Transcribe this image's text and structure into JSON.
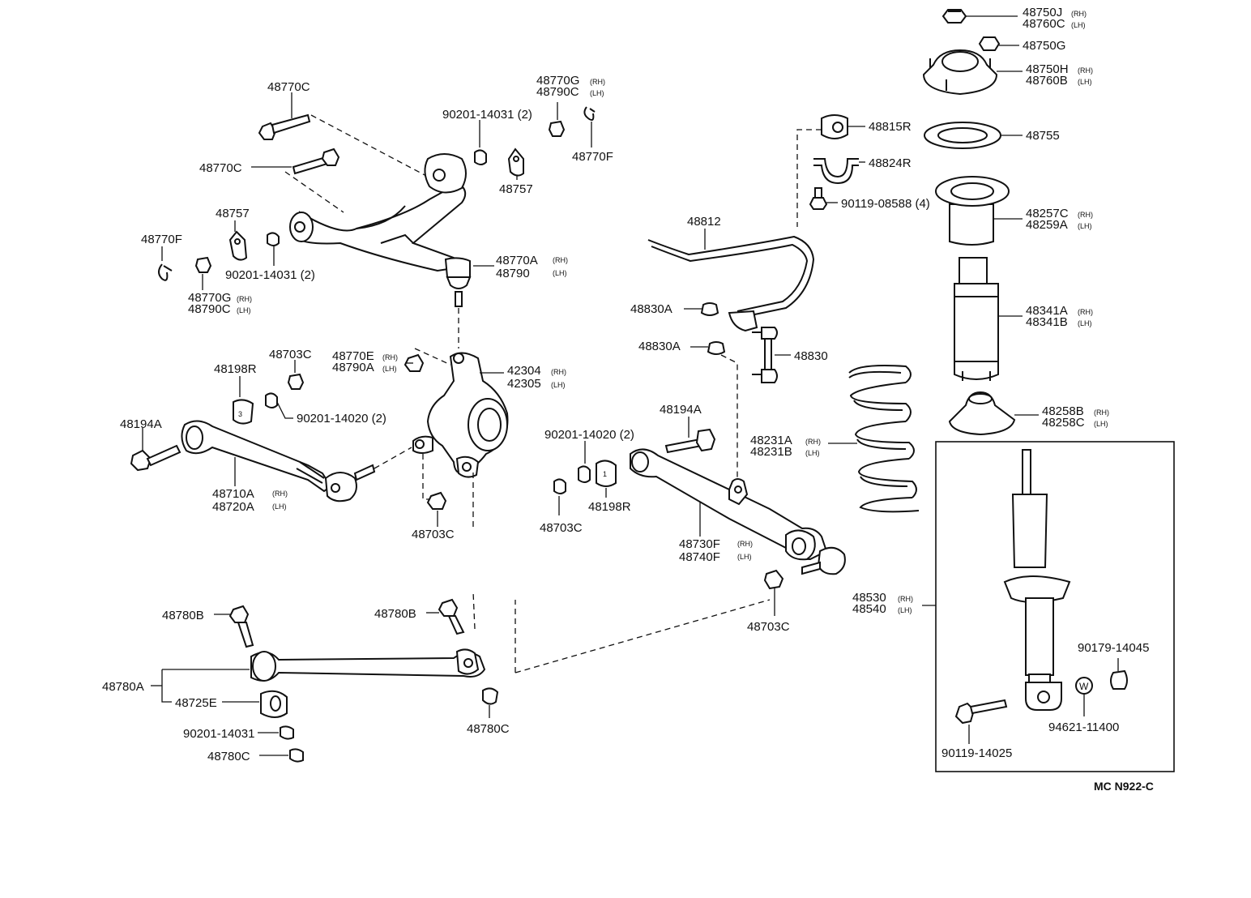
{
  "diagram_code": "MC N922-C",
  "labels": {
    "p48750j": "48750J",
    "p48750j_sub": "(RH)",
    "p48760c": "48760C",
    "p48760c_sub": "(LH)",
    "p48750g": "48750G",
    "p48750h": "48750H",
    "p48750h_sub": "(RH)",
    "p48760b": "48760B",
    "p48760b_sub": "(LH)",
    "p48815r": "48815R",
    "p48755": "48755",
    "p48824r": "48824R",
    "p90119_08588": "90119-08588 (4)",
    "p48257c": "48257C",
    "p48257c_sub": "(RH)",
    "p48259a": "48259A",
    "p48259a_sub": "(LH)",
    "p48812": "48812",
    "p48830a_1": "48830A",
    "p48830a_2": "48830A",
    "p48830": "48830",
    "p48341a": "48341A",
    "p48341a_sub": "(RH)",
    "p48341b": "48341B",
    "p48341b_sub": "(LH)",
    "p48231a": "48231A",
    "p48231a_sub": "(RH)",
    "p48231b": "48231B",
    "p48231b_sub": "(LH)",
    "p48258b": "48258B",
    "p48258b_sub": "(RH)",
    "p48258c": "48258C",
    "p48258c_sub": "(LH)",
    "p48770c_1": "48770C",
    "p48770c_2": "48770C",
    "p48770g_top": "48770G",
    "p48770g_top_sub": "(RH)",
    "p48790c_top": "48790C",
    "p48790c_top_sub": "(LH)",
    "p90201_14031_top": "90201-14031 (2)",
    "p48757_top": "48757",
    "p48770f_top": "48770F",
    "p48757_left": "48757",
    "p48770f_left": "48770F",
    "p90201_14031_mid": "90201-14031 (2)",
    "p48770g_left": "48770G",
    "p48770g_left_sub": "(RH)",
    "p48790c_left": "48790C",
    "p48790c_left_sub": "(LH)",
    "p48770a": "48770A",
    "p48770a_sub": "(RH)",
    "p48790": "48790",
    "p48790_sub": "(LH)",
    "p48703c_1": "48703C",
    "p48770e": "48770E",
    "p48770e_sub": "(RH)",
    "p48790a": "48790A",
    "p48790a_sub": "(LH)",
    "p42304": "42304",
    "p42304_sub": "(RH)",
    "p42305": "42305",
    "p42305_sub": "(LH)",
    "p48198r_1": "48198R",
    "p90201_14020_1": "90201-14020 (2)",
    "p48194a_1": "48194A",
    "p48710a": "48710A",
    "p48710a_sub": "(RH)",
    "p48720a": "48720A",
    "p48720a_sub": "(LH)",
    "p48703c_2": "48703C",
    "p90201_14020_2": "90201-14020 (2)",
    "p48194a_2": "48194A",
    "p48703c_3": "48703C",
    "p48198r_2": "48198R",
    "p48730f": "48730F",
    "p48730f_sub": "(RH)",
    "p48740f": "48740F",
    "p48740f_sub": "(LH)",
    "p48703c_4": "48703C",
    "p48530": "48530",
    "p48530_sub": "(RH)",
    "p48540": "48540",
    "p48540_sub": "(LH)",
    "p48780b_1": "48780B",
    "p48780b_2": "48780B",
    "p48780a": "48780A",
    "p48725e": "48725E",
    "p90201_14031_bot": "90201-14031",
    "p48780c_1": "48780C",
    "p48780c_2": "48780C",
    "p90179_14045": "90179-14045",
    "p94621_11400": "94621-11400",
    "p90119_14025": "90119-14025",
    "washer_mark": "W"
  }
}
